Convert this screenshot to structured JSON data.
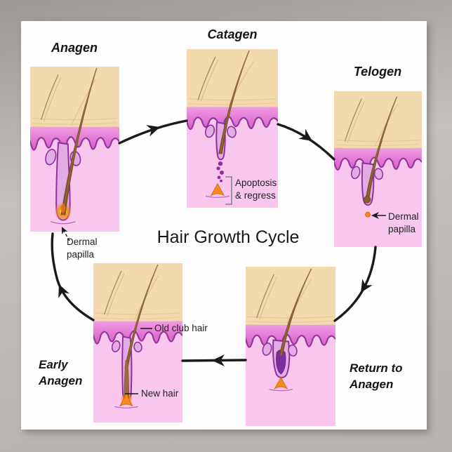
{
  "poster": {
    "title": "Hair Growth Cycle",
    "stages": {
      "anagen": {
        "label": "Anagen"
      },
      "catagen": {
        "label": "Catagen"
      },
      "telogen": {
        "label": "Telogen"
      },
      "return_to_anagen": {
        "label": "Return to\nAnagen"
      },
      "early_anagen": {
        "label": "Early\nAnagen"
      }
    },
    "annotations": {
      "anagen_dermal_papilla": "Dermal\npapilla",
      "catagen_apoptosis": "Apoptosis\n& regress",
      "telogen_dermal_papilla": "Dermal\npapilla",
      "early_old_club_hair": "Old club hair",
      "early_new_hair": "New hair"
    },
    "colors": {
      "skin_surface_beige": "#f3d9ae",
      "epidermis_magenta": "#d85ec9",
      "dermis_pink": "#f9c6ee",
      "follicle_purple": "#8e2f9e",
      "hair_brown": "#7d5026",
      "dermal_papilla_orange": "#f5891d",
      "arrow_black": "#1a1a1a"
    }
  }
}
